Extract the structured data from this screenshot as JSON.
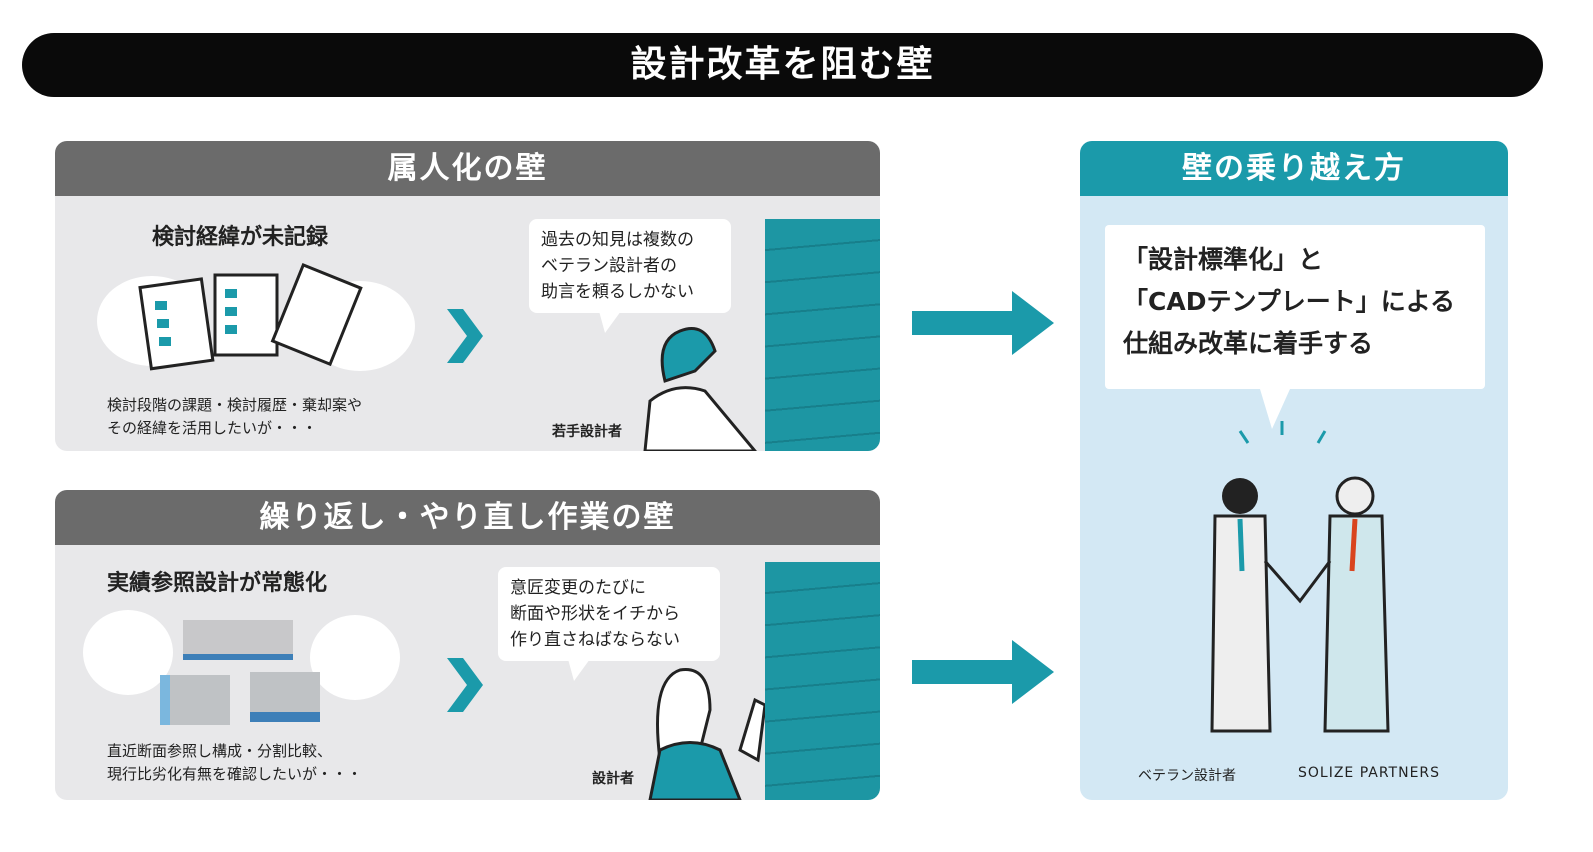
{
  "title": "設計改革を阻む壁",
  "panel1": {
    "header": "属人化の壁",
    "subtitle": "検討経緯が未記録",
    "desc": [
      "検討段階の課題・検討履歴・棄却案や",
      "その経緯を活用したいが・・・"
    ],
    "bubble": [
      "過去の知見は複数の",
      "ベテラン設計者の",
      "助言を頼るしかない"
    ],
    "role": "若手設計者"
  },
  "panel2": {
    "header": "繰り返し・やり直し作業の壁",
    "subtitle": "実績参照設計が常態化",
    "desc": [
      "直近断面参照し構成・分割比較、",
      "現行比劣化有無を確認したいが・・・"
    ],
    "bubble": [
      "意匠変更のたびに",
      "断面や形状をイチから",
      "作り直さねばならない"
    ],
    "role": "設計者"
  },
  "right": {
    "header": "壁の乗り越え方",
    "bubble": [
      "「設計標準化」と",
      "「CADテンプレート」による",
      "仕組み改革に着手する"
    ],
    "person1": "ベテラン設計者",
    "person2": "SOLIZE PARTNERS"
  },
  "colors": {
    "teal": "#1b9aaa",
    "gray": "#6b6b6b",
    "panel": "#e8e8ea",
    "light_blue": "#d3e8f4"
  }
}
